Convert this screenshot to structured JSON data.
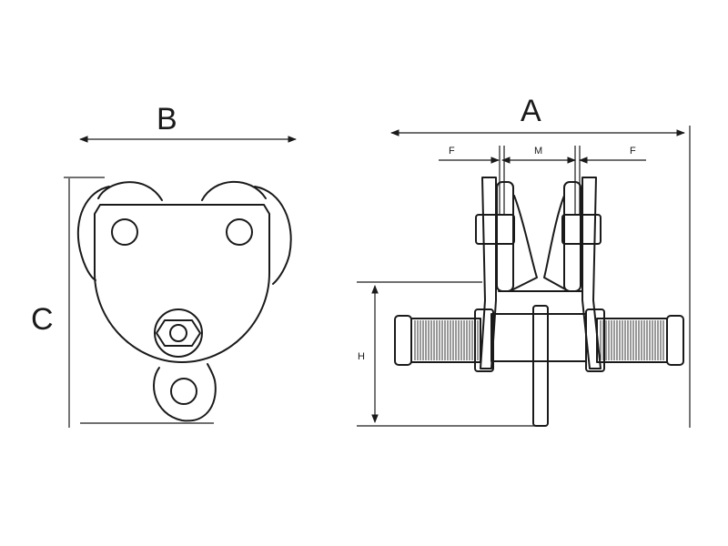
{
  "labels": {
    "B": "B",
    "C": "C",
    "A": "A",
    "F_left": "F",
    "M": "M",
    "F_right": "F",
    "H": "H"
  },
  "colors": {
    "ink": "#1a1a1a",
    "paper": "#ffffff"
  }
}
